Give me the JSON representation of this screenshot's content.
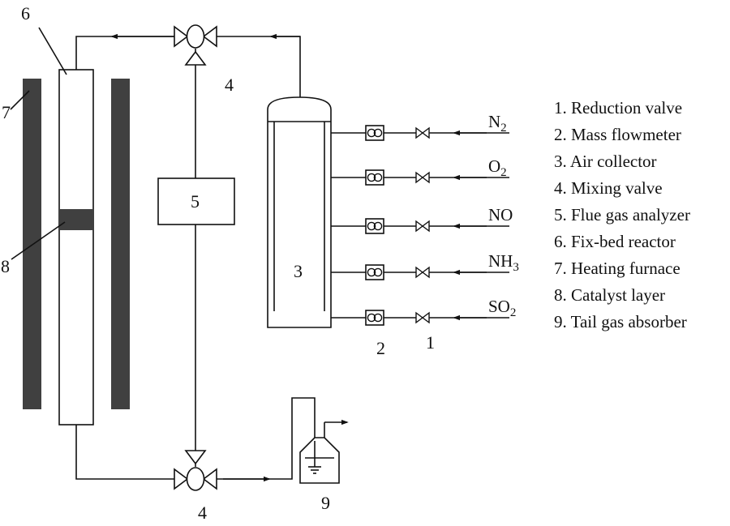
{
  "diagram": {
    "callouts": {
      "reactor": "6",
      "furnace": "7",
      "catalyst": "8",
      "analyzer": "5",
      "mixing_valve_top": "4",
      "mixing_valve_bottom": "4",
      "collector": "3",
      "flowmeters": "2",
      "reduction_valves": "1",
      "absorber": "9"
    },
    "gases": [
      {
        "base": "N",
        "sub": "2",
        "tail": ""
      },
      {
        "base": "O",
        "sub": "2",
        "tail": ""
      },
      {
        "base": "NO",
        "sub": "",
        "tail": ""
      },
      {
        "base": "NH",
        "sub": "3",
        "tail": ""
      },
      {
        "base": "SO",
        "sub": "2",
        "tail": ""
      }
    ],
    "legend": [
      "1. Reduction valve",
      "2. Mass flowmeter",
      "3. Air collector",
      "4. Mixing valve",
      "5. Flue gas analyzer",
      "6. Fix-bed reactor",
      "7. Heating furnace",
      "8. Catalyst layer",
      "9. Tail gas absorber"
    ],
    "colors": {
      "line": "#111111",
      "furnace": "#404040",
      "catalyst": "#404040",
      "background": "#ffffff"
    }
  }
}
